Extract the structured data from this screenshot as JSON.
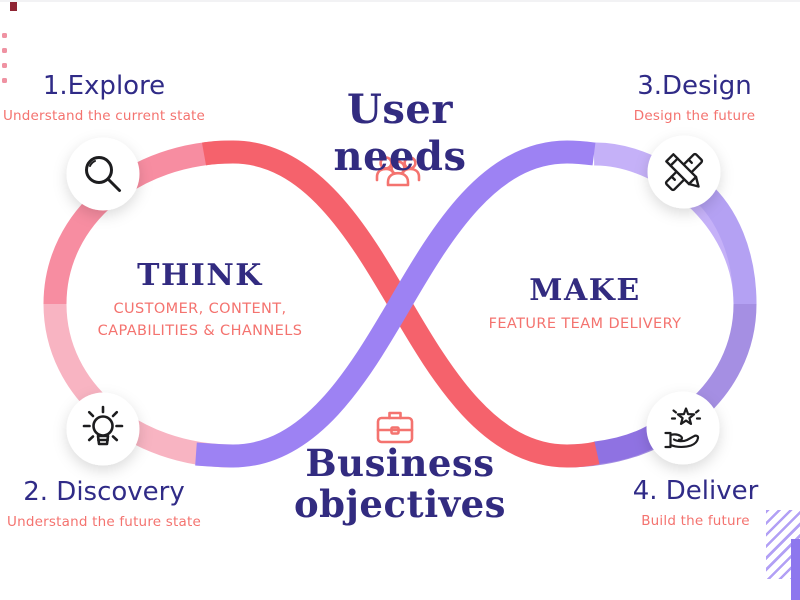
{
  "diagram": {
    "type": "infinity-loop-process",
    "top_anchor": "User needs",
    "bottom_anchor": "Business objectives"
  },
  "loops": {
    "left": {
      "title": "THINK",
      "subtitle": "CUSTOMER, CONTENT, CAPABILITIES & CHANNELS"
    },
    "right": {
      "title": "MAKE",
      "subtitle": "FEATURE TEAM DELIVERY"
    }
  },
  "stages": [
    {
      "label": "1.Explore",
      "subtitle": "Understand the current state",
      "icon": "search-icon"
    },
    {
      "label": "2. Discovery",
      "subtitle": "Understand the future state",
      "icon": "lightbulb-icon"
    },
    {
      "label": "3.Design",
      "subtitle": "Design the future",
      "icon": "design-tools-icon"
    },
    {
      "label": "4. Deliver",
      "subtitle": "Build the future",
      "icon": "deliver-hand-icon"
    }
  ],
  "center_icons": {
    "top": "users-group-icon",
    "bottom": "briefcase-icon"
  },
  "colors": {
    "indigo_text": "#322b80",
    "coral_text": "#f4736f",
    "coral_main": "#f5626c",
    "pink_mid": "#f78da1",
    "pink_light": "#f8b4c2",
    "purple_main": "#9d82f3",
    "lavender_light": "#c5b1f8",
    "lavender_mid": "#b4a1f3",
    "lavender_grey": "#a58fe3",
    "purple_deliver": "#8f72e2",
    "icon_stroke": "#1d1d1f",
    "accent_maroon": "#8f2433",
    "accent_dot": "#ef92a2",
    "accent_stripe": "#b2a0f5",
    "accent_bar": "#8d77ee",
    "icon_circle": "#ffffff"
  }
}
